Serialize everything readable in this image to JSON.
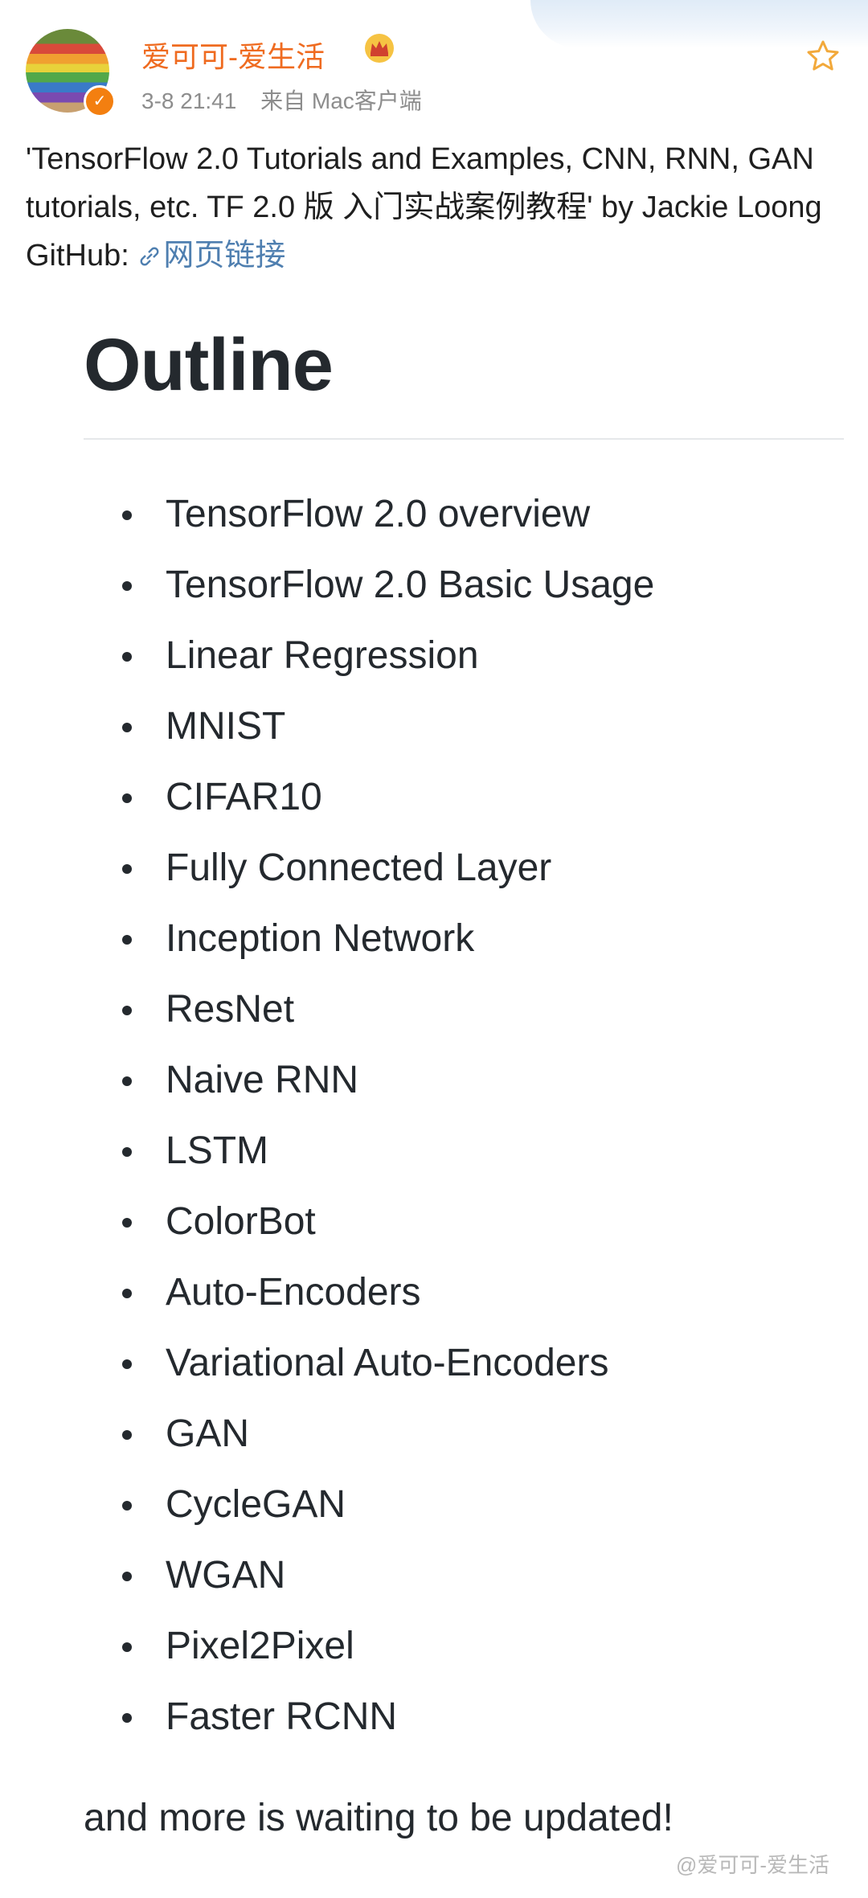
{
  "post": {
    "username": "爱可可-爱生活",
    "time": "3-8 21:41",
    "source": "来自 Mac客户端",
    "text": "'TensorFlow 2.0 Tutorials and Examples, CNN, RNN, GAN tutorials, etc. TF 2.0 版 入门实战案例教程' by Jackie Loong GitHub: ",
    "link_label": "网页链接"
  },
  "image": {
    "title": "Outline",
    "items": [
      "TensorFlow 2.0 overview",
      "TensorFlow 2.0 Basic Usage",
      "Linear Regression",
      "MNIST",
      "CIFAR10",
      "Fully Connected Layer",
      "Inception Network",
      "ResNet",
      "Naive RNN",
      "LSTM",
      "ColorBot",
      "Auto-Encoders",
      "Variational Auto-Encoders",
      "GAN",
      "CycleGAN",
      "WGAN",
      "Pixel2Pixel",
      "Faster RCNN"
    ],
    "footer": "and more is waiting to be updated!",
    "watermark": "@爱可可-爱生活"
  },
  "icons": {
    "verified": "verified-badge-icon",
    "crown": "crown-icon",
    "favorite": "star-icon",
    "link": "link-icon"
  },
  "colors": {
    "username": "#ef6b20",
    "link": "#4f7fb0",
    "verified": "#f37f10"
  }
}
